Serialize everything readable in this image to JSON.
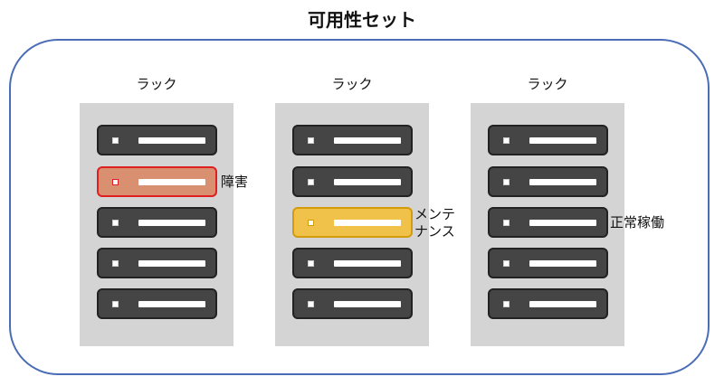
{
  "title": "可用性セット",
  "racks": [
    {
      "label": "ラック"
    },
    {
      "label": "ラック"
    },
    {
      "label": "ラック"
    }
  ],
  "annotations": {
    "failure": "障害",
    "maintenance_line1": "メンテ",
    "maintenance_line2": "ナンス",
    "normal": "正常稼働"
  },
  "colors": {
    "frame": "#4a6db5",
    "rack_bg": "#d4d4d4",
    "server": "#454545",
    "failed_fill": "#d89070",
    "failed_border": "#e02020",
    "maintenance_fill": "#f1c24a",
    "maintenance_border": "#d49b0a"
  }
}
